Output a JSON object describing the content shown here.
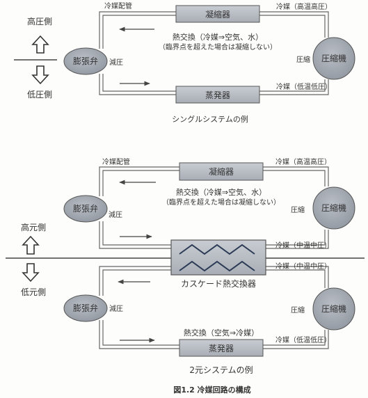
{
  "single": {
    "high_side": "高圧側",
    "low_side": "低圧側",
    "refrigerant_pipe": "冷媒配管",
    "condenser": "凝縮器",
    "refrigerant_high": "冷媒（高温高圧）",
    "heat_exchange": "熱交換（冷媒⇒空気、水）",
    "supercritical_note": "（臨界点を超えた場合は凝縮しない）",
    "expansion_valve": "膨張弁",
    "depressurize": "減圧",
    "compress": "圧縮",
    "compressor": "圧縮機",
    "evaporator": "蒸発器",
    "refrigerant_low": "冷媒（低温低圧）",
    "caption": "シングルシステムの例"
  },
  "dual": {
    "refrigerant_pipe": "冷媒配管",
    "condenser": "凝縮器",
    "refrigerant_high": "冷媒（高温高圧）",
    "heat_exchange": "熱交換（冷媒⇒空気、水）",
    "supercritical_note": "（臨界点を超えた場合は凝縮しない）",
    "expansion_valve_upper": "膨張弁",
    "depressurize_upper": "減圧",
    "compress_upper": "圧縮",
    "compressor_upper": "圧縮機",
    "high_stage": "高元側",
    "low_stage": "低元側",
    "refrigerant_mid_upper": "冷媒（中温中圧）",
    "cascade_hx": "カスケード熱交換器",
    "refrigerant_mid_lower": "冷媒（中温中圧）",
    "expansion_valve_lower": "膨張弁",
    "depressurize_lower": "減圧",
    "compress_lower": "圧縮",
    "compressor_lower": "圧縮機",
    "heat_exchange_lower": "熱交換（空気⇒冷媒）",
    "evaporator": "蒸発器",
    "refrigerant_low": "冷媒（低温低圧）",
    "caption": "2元システムの例"
  },
  "figure_caption": "図1.2 冷媒回路の構成"
}
